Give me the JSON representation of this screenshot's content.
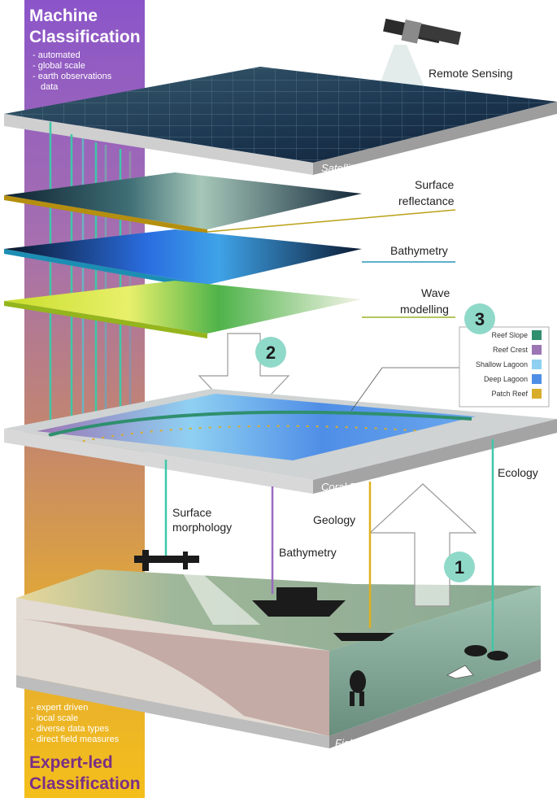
{
  "machine": {
    "title_line1": "Machine",
    "title_line2": "Classification",
    "bullets": [
      "- automated",
      "- global scale",
      "- earth observations",
      "data"
    ]
  },
  "expert": {
    "title_line1": "Expert-led",
    "title_line2": "Classification",
    "bullets": [
      "- expert driven",
      "- local scale",
      "- diverse data types",
      "- direct field measures"
    ]
  },
  "layers": {
    "remote_sensing": "Remote Sensing",
    "satellite_data": "Satellite Data",
    "surface_reflectance_1": "Surface",
    "surface_reflectance_2": "reflectance",
    "bathymetry": "Bathymetry",
    "wave_1": "Wave",
    "wave_2": "modelling",
    "coral_reef_map": "Coral Reef Map",
    "field_data": "Field Data"
  },
  "field_labels": {
    "surface_morph_1": "Surface",
    "surface_morph_2": "morphology",
    "bathymetry": "Bathymetry",
    "geology": "Geology",
    "ecology": "Ecology"
  },
  "steps": [
    "1",
    "2",
    "3"
  ],
  "legend": [
    {
      "label": "Reef Slope",
      "color": "#2f8f6e"
    },
    {
      "label": "Reef Crest",
      "color": "#9b75b4"
    },
    {
      "label": "Shallow Lagoon",
      "color": "#8fd0f2"
    },
    {
      "label": "Deep Lagoon",
      "color": "#4f8ee6"
    },
    {
      "label": "Patch Reef",
      "color": "#d9ad2c"
    }
  ],
  "colors": {
    "machine_band": "#8b55c9",
    "expert_band": "#f0b61a",
    "step_circle": "#8fd9c9",
    "connector_teal": "#3fc7a8",
    "connector_purple": "#9b6ac0",
    "connector_gold": "#e0b020"
  }
}
